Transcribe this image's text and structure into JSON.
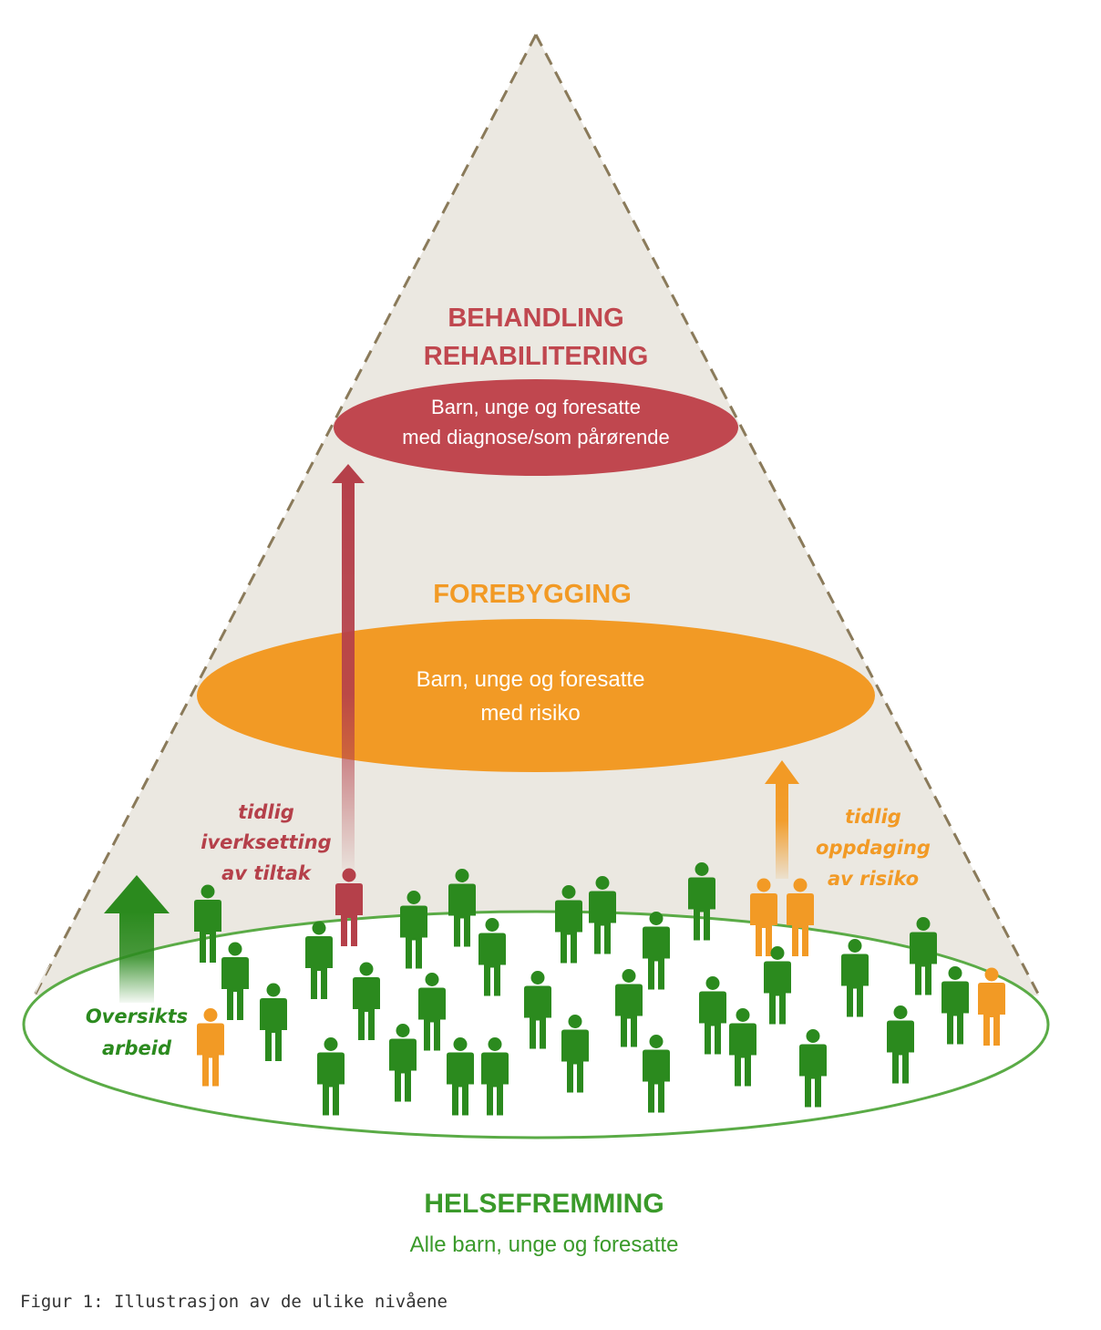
{
  "levels": {
    "top": {
      "title_line1": "BEHANDLING",
      "title_line2": "REHABILITERING",
      "desc_line1": "Barn, unge og foresatte",
      "desc_line2": "med diagnose/som pårørende",
      "color": "#c0474f"
    },
    "middle": {
      "title": "FOREBYGGING",
      "desc_line1": "Barn, unge og foresatte",
      "desc_line2": "med risiko",
      "color": "#f29a25"
    },
    "base": {
      "title": "HELSEFREMMING",
      "desc": "Alle barn, unge og foresatte",
      "color": "#3a9a2a"
    }
  },
  "arrows": {
    "red": {
      "line1": "tidlig",
      "line2": "iverksetting",
      "line3": "av tiltak",
      "color": "#b5404a"
    },
    "orange": {
      "line1": "tidlig",
      "line2": "oppdaging",
      "line3": "av risiko",
      "color": "#f29a25"
    },
    "green": {
      "line1": "Oversikts",
      "line2": "arbeid",
      "color": "#2b8a1e"
    }
  },
  "colors": {
    "pyramid_fill": "#ebe8e1",
    "pyramid_border": "#8a7a5a",
    "person_green": "#2b8a1e",
    "person_orange": "#f29a25",
    "person_red": "#b5404a"
  },
  "caption": "Figur 1: Illustrasjon av de ulike nivåene"
}
